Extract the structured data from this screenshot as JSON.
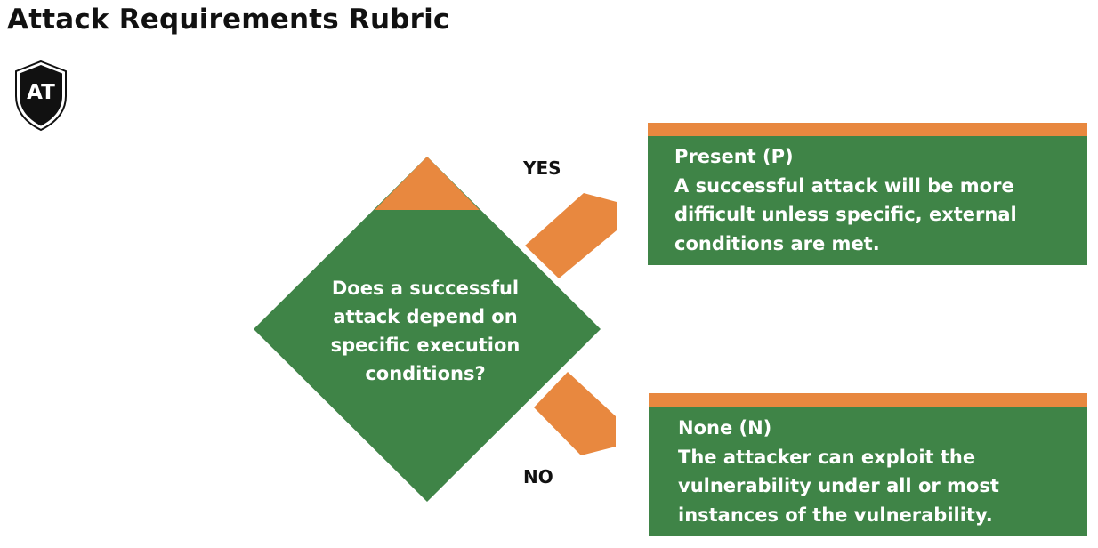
{
  "title": "Attack Requirements Rubric",
  "badge": {
    "text": "AT",
    "icon": "shield-icon"
  },
  "question": "Does a successful attack depend on specific execution conditions?",
  "branches": {
    "yes": "YES",
    "no": "NO"
  },
  "outcomes": {
    "present": {
      "heading": "Present (P)",
      "description": "A successful attack will be more difficult unless specific, external conditions are met."
    },
    "none": {
      "heading": "None (N)",
      "description": "The attacker can exploit the vulnerability under all or most instances of the vulnerability."
    }
  },
  "colors": {
    "green": "#3f8447",
    "orange": "#e8883f",
    "shield": "#111111",
    "text_light": "#ffffff",
    "text_dark": "#111111"
  }
}
